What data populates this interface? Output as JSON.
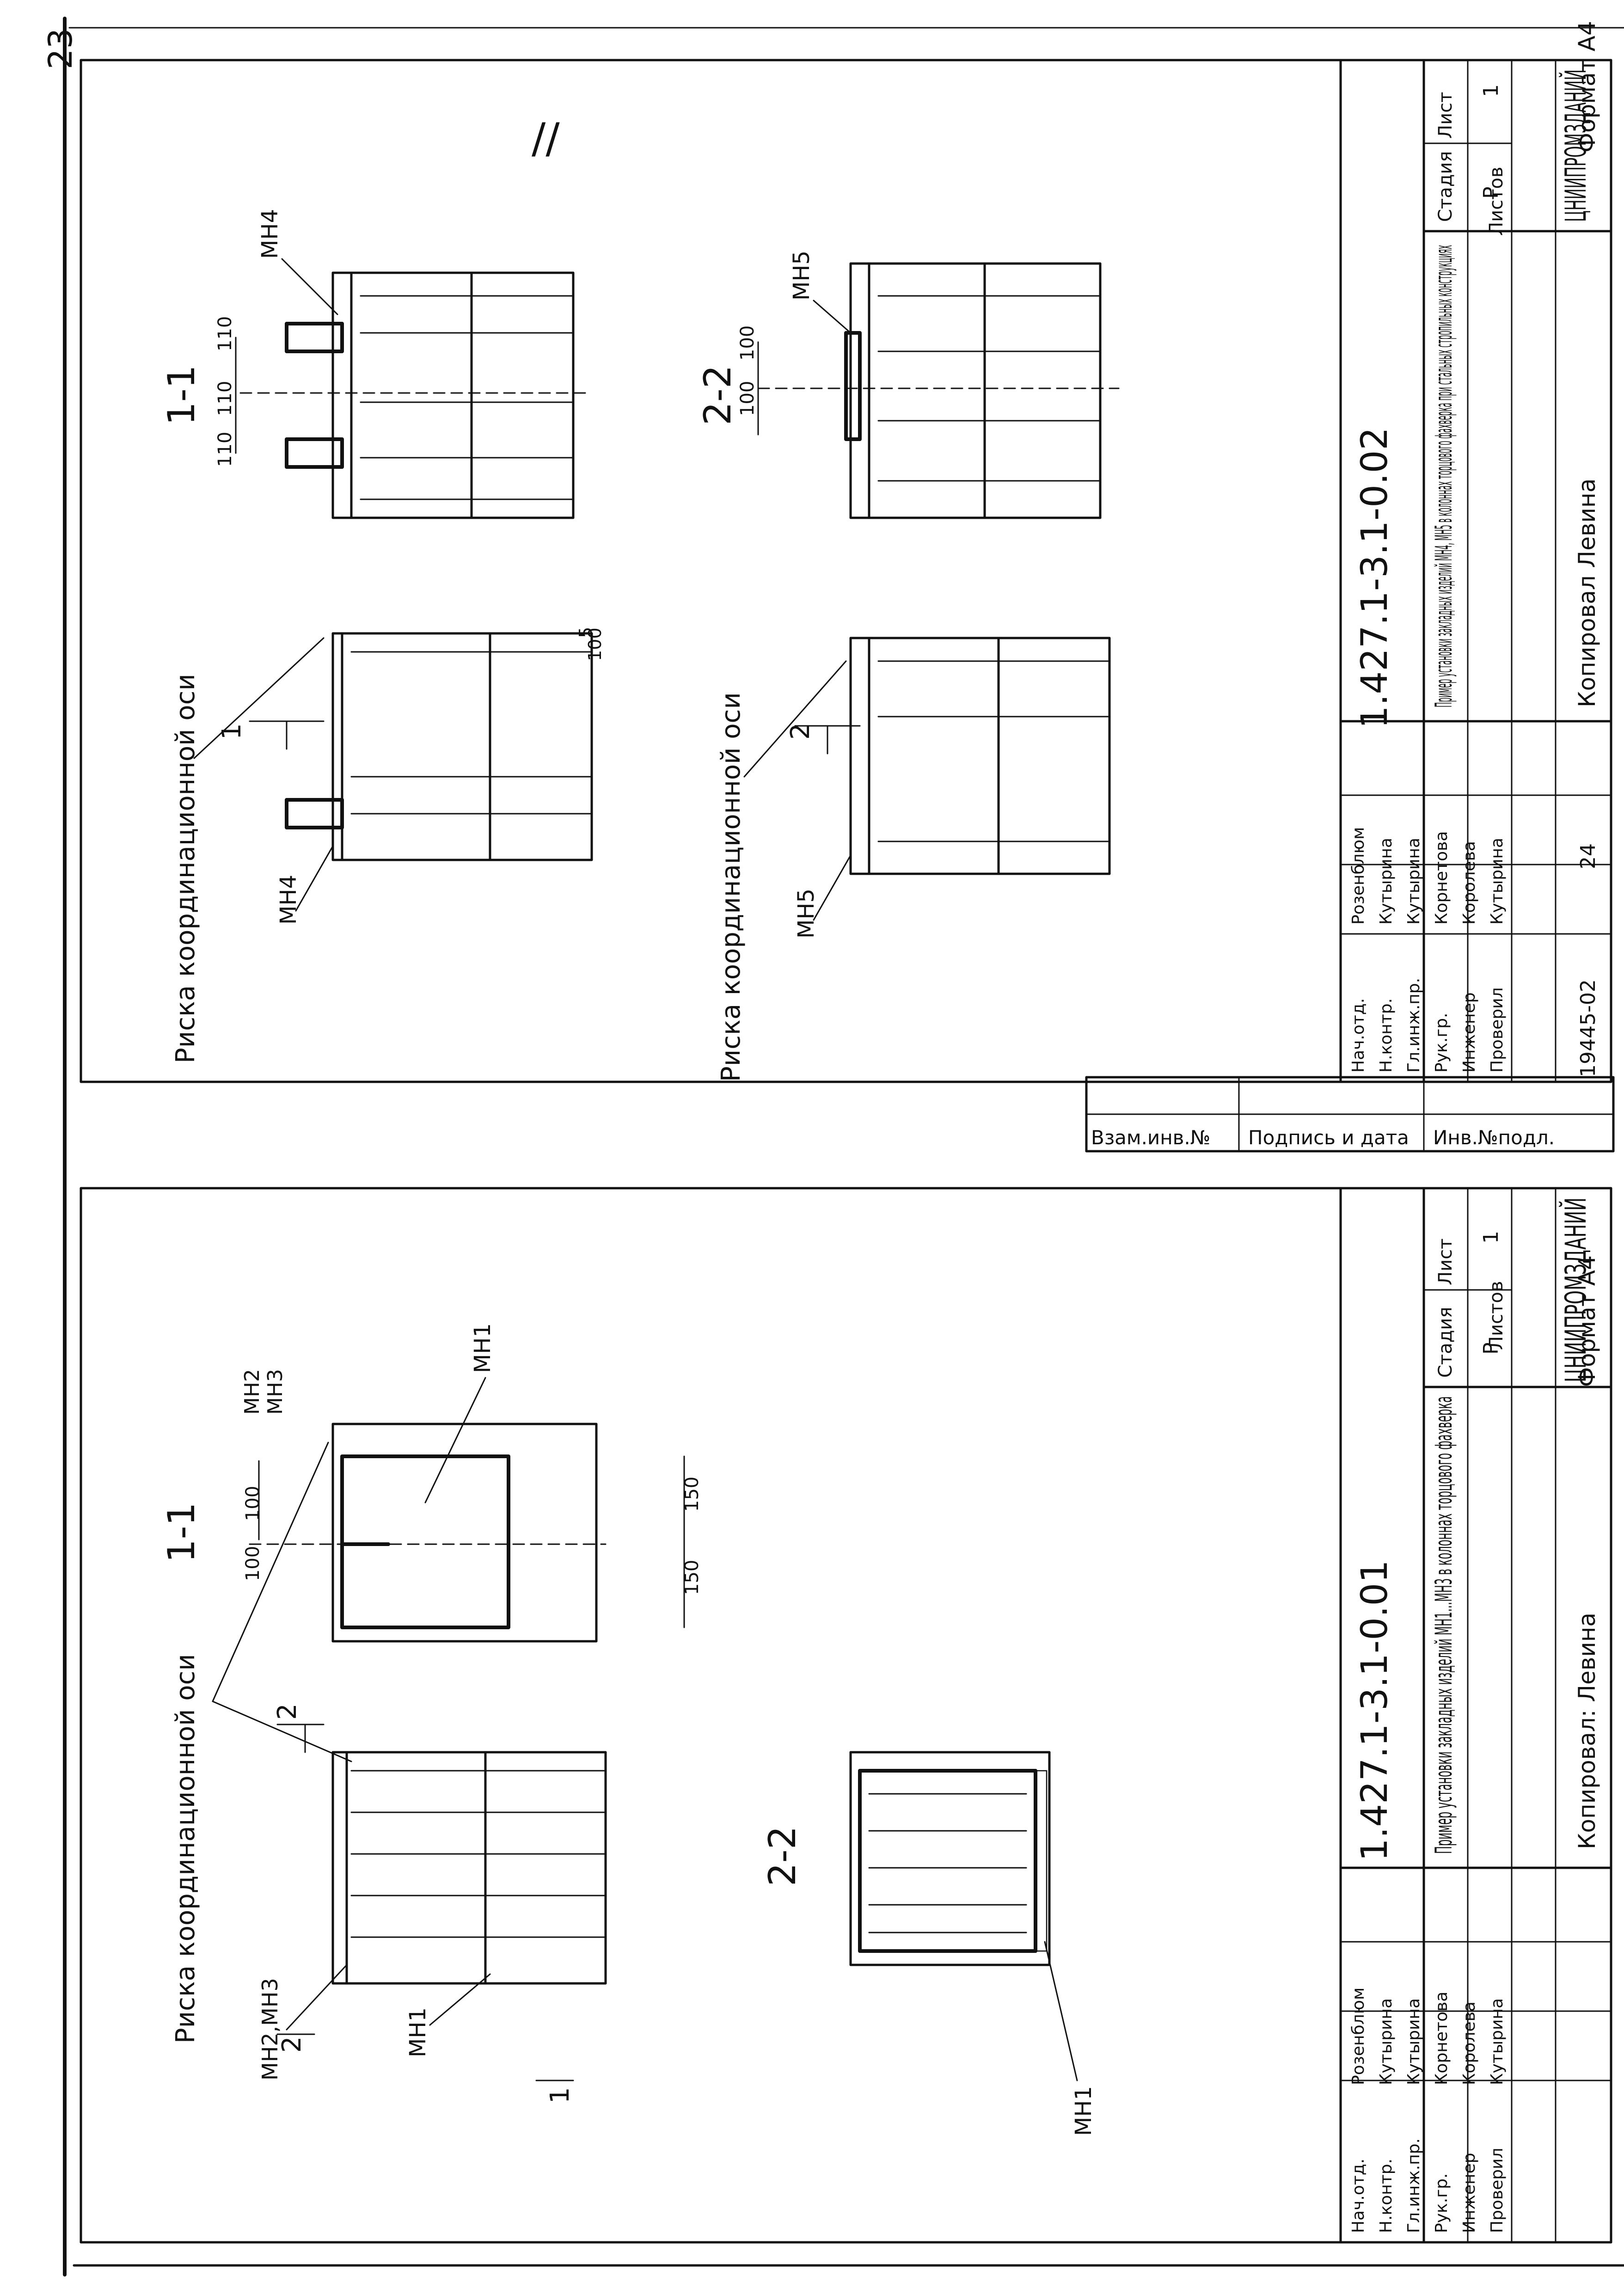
{
  "margin_page_number": "23",
  "top_sheet": {
    "doc_code": "1.427.1-3.1-0.02",
    "mark": "//",
    "left_view": {
      "label": "Риска координационной оси",
      "item": "МН4",
      "section_marker": "1",
      "dim_100": "100",
      "dim_5": "5"
    },
    "right_view": {
      "section_title": "1-1",
      "item": "МН4",
      "dim_left": "110",
      "dim_mid": "110",
      "dim_right": "110"
    },
    "left_view2": {
      "label": "Риска координационной оси",
      "item": "МН5",
      "section_marker": "2"
    },
    "right_view2": {
      "section_title": "2-2",
      "item": "МН5",
      "dim_left": "100",
      "dim_right": "100"
    },
    "title_block": {
      "roles": [
        "Нач.отд.",
        "Н.контр.",
        "Гл.инж.пр.",
        "Рук.гр.",
        "Инженер",
        "Проверил"
      ],
      "names": [
        "Розенблюм",
        "Кутырина",
        "Кутырина",
        "Корнетова",
        "Королева",
        "Кутырина"
      ],
      "title": "Пример установки закладных изделий МН4, МН5 в колоннах торцового фахверка при стальных стропильных конструкциях",
      "stage_hdr": "Стадия",
      "sheet_hdr": "Лист",
      "sheets_hdr": "Листов",
      "stage": "Р",
      "sheets": "1",
      "org": "ЦНИИПРОМЗДАНИЙ"
    },
    "bottom_left": "19445-02",
    "bottom_num": "24",
    "copier": "Копировал Левина",
    "format": "Формат А4"
  },
  "side_table": {
    "inv_podl": "Инв.№подл.",
    "podpis": "Подпись и дата",
    "vzam": "Взам.инв.№"
  },
  "bottom_sheet": {
    "doc_code": "1.427.1-3.1-0.01",
    "left_view": {
      "label": "Риска координационной оси",
      "items_left": "МН2,МН3",
      "item_bottom": "МН1",
      "section_1": "1",
      "section_2": "2"
    },
    "right_view": {
      "section_title": "1-1",
      "item_top1": "МН2",
      "item_top2": "МН3",
      "item_inside": "МН1",
      "dim_100a": "100",
      "dim_100b": "100",
      "dim_150a": "150",
      "dim_150b": "150"
    },
    "section_22": {
      "title": "2-2",
      "item": "МН1"
    },
    "title_block": {
      "roles": [
        "Нач.отд.",
        "Н.контр.",
        "Гл.инж.пр.",
        "Рук.гр.",
        "Инженер",
        "Проверил"
      ],
      "names": [
        "Розенблюм",
        "Кутырина",
        "Кутырина",
        "Корнетова",
        "Королева",
        "Кутырина"
      ],
      "title": "Пример установки закладных изделий МН1...МН3 в колоннах торцового фахверка",
      "stage_hdr": "Стадия",
      "sheet_hdr": "Лист",
      "sheets_hdr": "Листов",
      "stage": "Р",
      "sheets": "1",
      "org": "ЦНИИПРОМЗДАНИЙ"
    },
    "copier": "Копировал: Левина",
    "format": "Формат А4"
  }
}
